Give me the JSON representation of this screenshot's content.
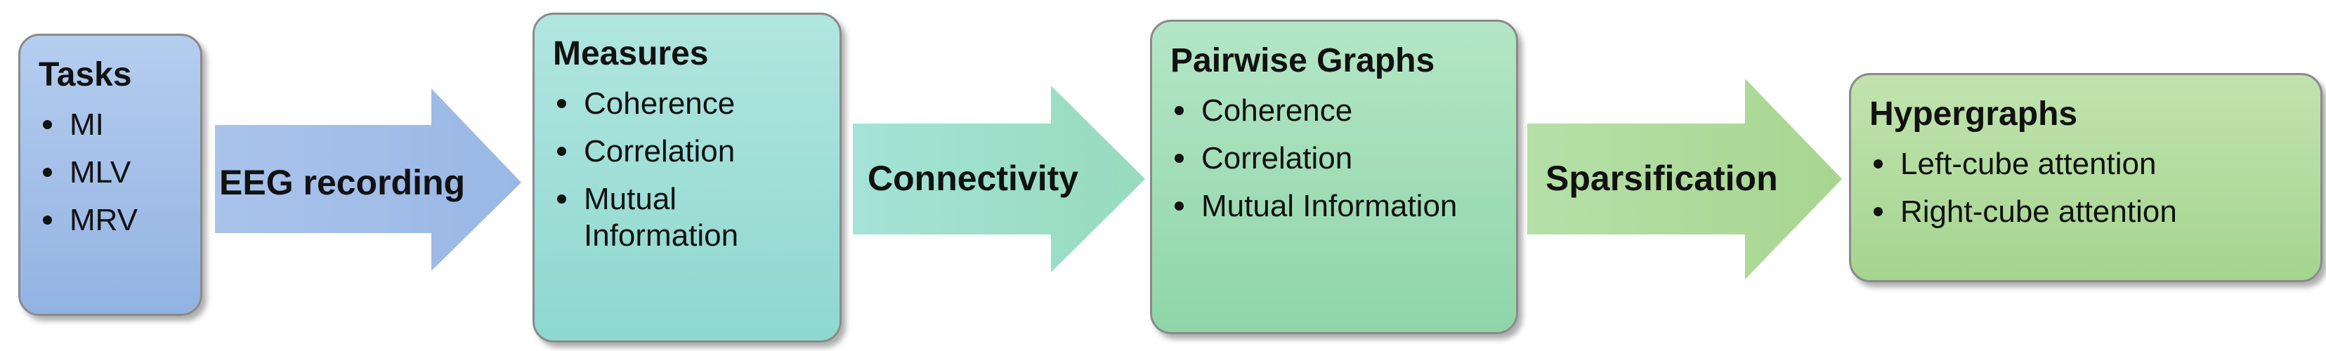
{
  "boxes": {
    "tasks": {
      "title": "Tasks",
      "items": [
        "MI",
        "MLV",
        "MRV"
      ]
    },
    "measures": {
      "title": "Measures",
      "items": [
        "Coherence",
        "Correlation",
        "Mutual Information"
      ]
    },
    "pairwise": {
      "title": "Pairwise Graphs",
      "items": [
        "Coherence",
        "Correlation",
        "Mutual Information"
      ]
    },
    "hypergraphs": {
      "title": "Hypergraphs",
      "items": [
        "Left-cube attention",
        "Right-cube attention"
      ]
    }
  },
  "arrows": {
    "eeg": "EEG recording",
    "connectivity": "Connectivity",
    "sparsification": "Sparsification"
  },
  "colors": {
    "tasks": "#a3c0e9",
    "measures": "#9edfd7",
    "pairwise": "#a1ddb7",
    "hypergraphs": "#b2dc9e",
    "arrow_eeg": "#a6c1ea",
    "arrow_connectivity": "#9ee0cb",
    "arrow_sparsification": "#b4dc9e"
  }
}
